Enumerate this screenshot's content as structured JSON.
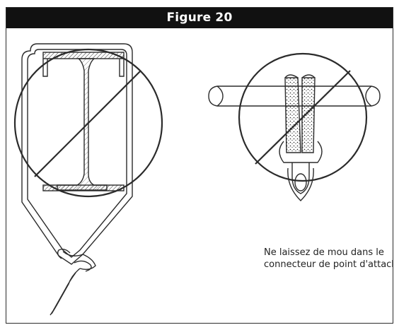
{
  "figure": {
    "title": "Figure 20"
  },
  "caption": {
    "line1": "Ne laissez de mou dans le",
    "line2": "connecteur de point d'attache"
  },
  "illustrations": {
    "left": "prohibited-beam-sling-icon",
    "right": "prohibited-pipe-anchor-icon"
  },
  "colors": {
    "header_bg": "#111111",
    "header_text": "#ffffff",
    "ink": "#2b2b2b"
  }
}
